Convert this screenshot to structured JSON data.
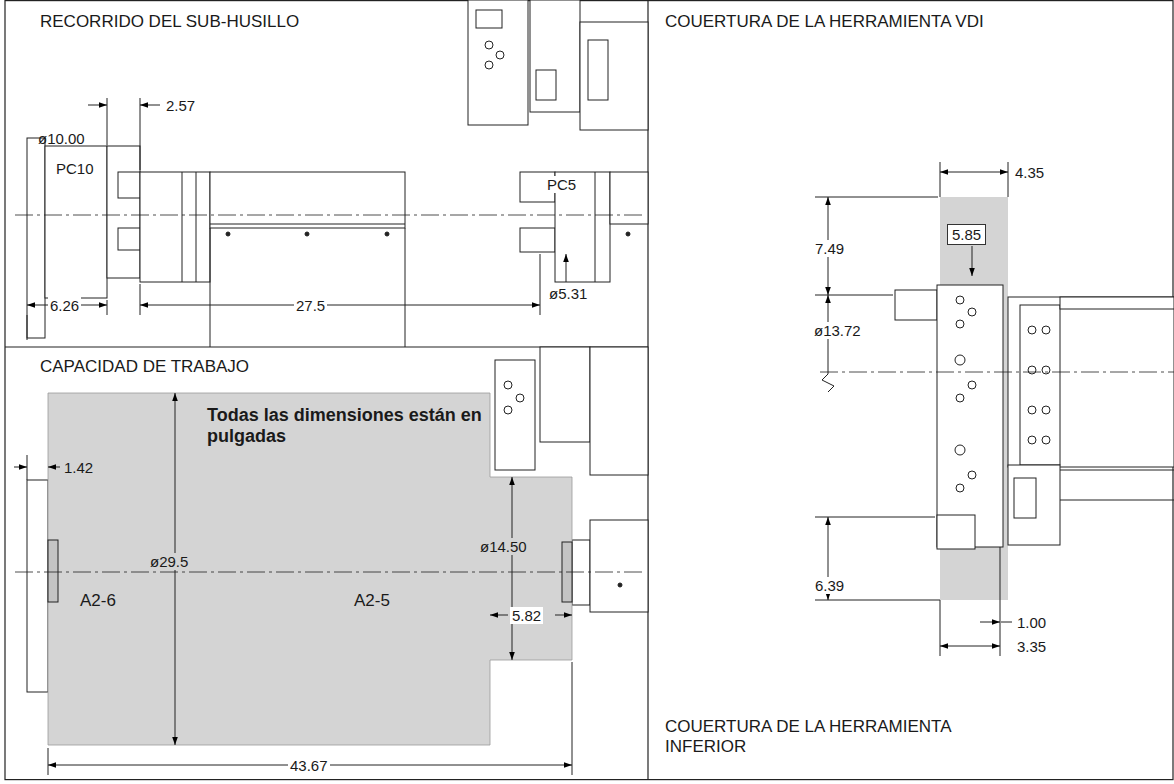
{
  "diagram": {
    "nodes": [
      {
        "text": [
          "RECORRIDO DEL SUB-HUSILLO"
        ]
      },
      {
        "text": [
          "CAPACIDAD DE TRABAJO"
        ]
      },
      {
        "text": [
          "COUERTURA DE LA HERRAMIENTA VDI",
          "COUERTURA DE LA HERRAMIENTA INFERIOR"
        ]
      }
    ],
    "labels": [
      "ø10.00",
      "2.57",
      "PC10",
      "PC5",
      "ø5.31",
      "6.26",
      "27.5",
      "Todas las dimensiones están en pulgadas",
      "1.42",
      "ø29.5",
      "ø14.50",
      "A2-6",
      "A2-5",
      "5.82",
      "43.67",
      "4.35",
      "5.85",
      "7.49",
      "ø13.72",
      "6.39",
      "1.00",
      "3.35"
    ]
  }
}
